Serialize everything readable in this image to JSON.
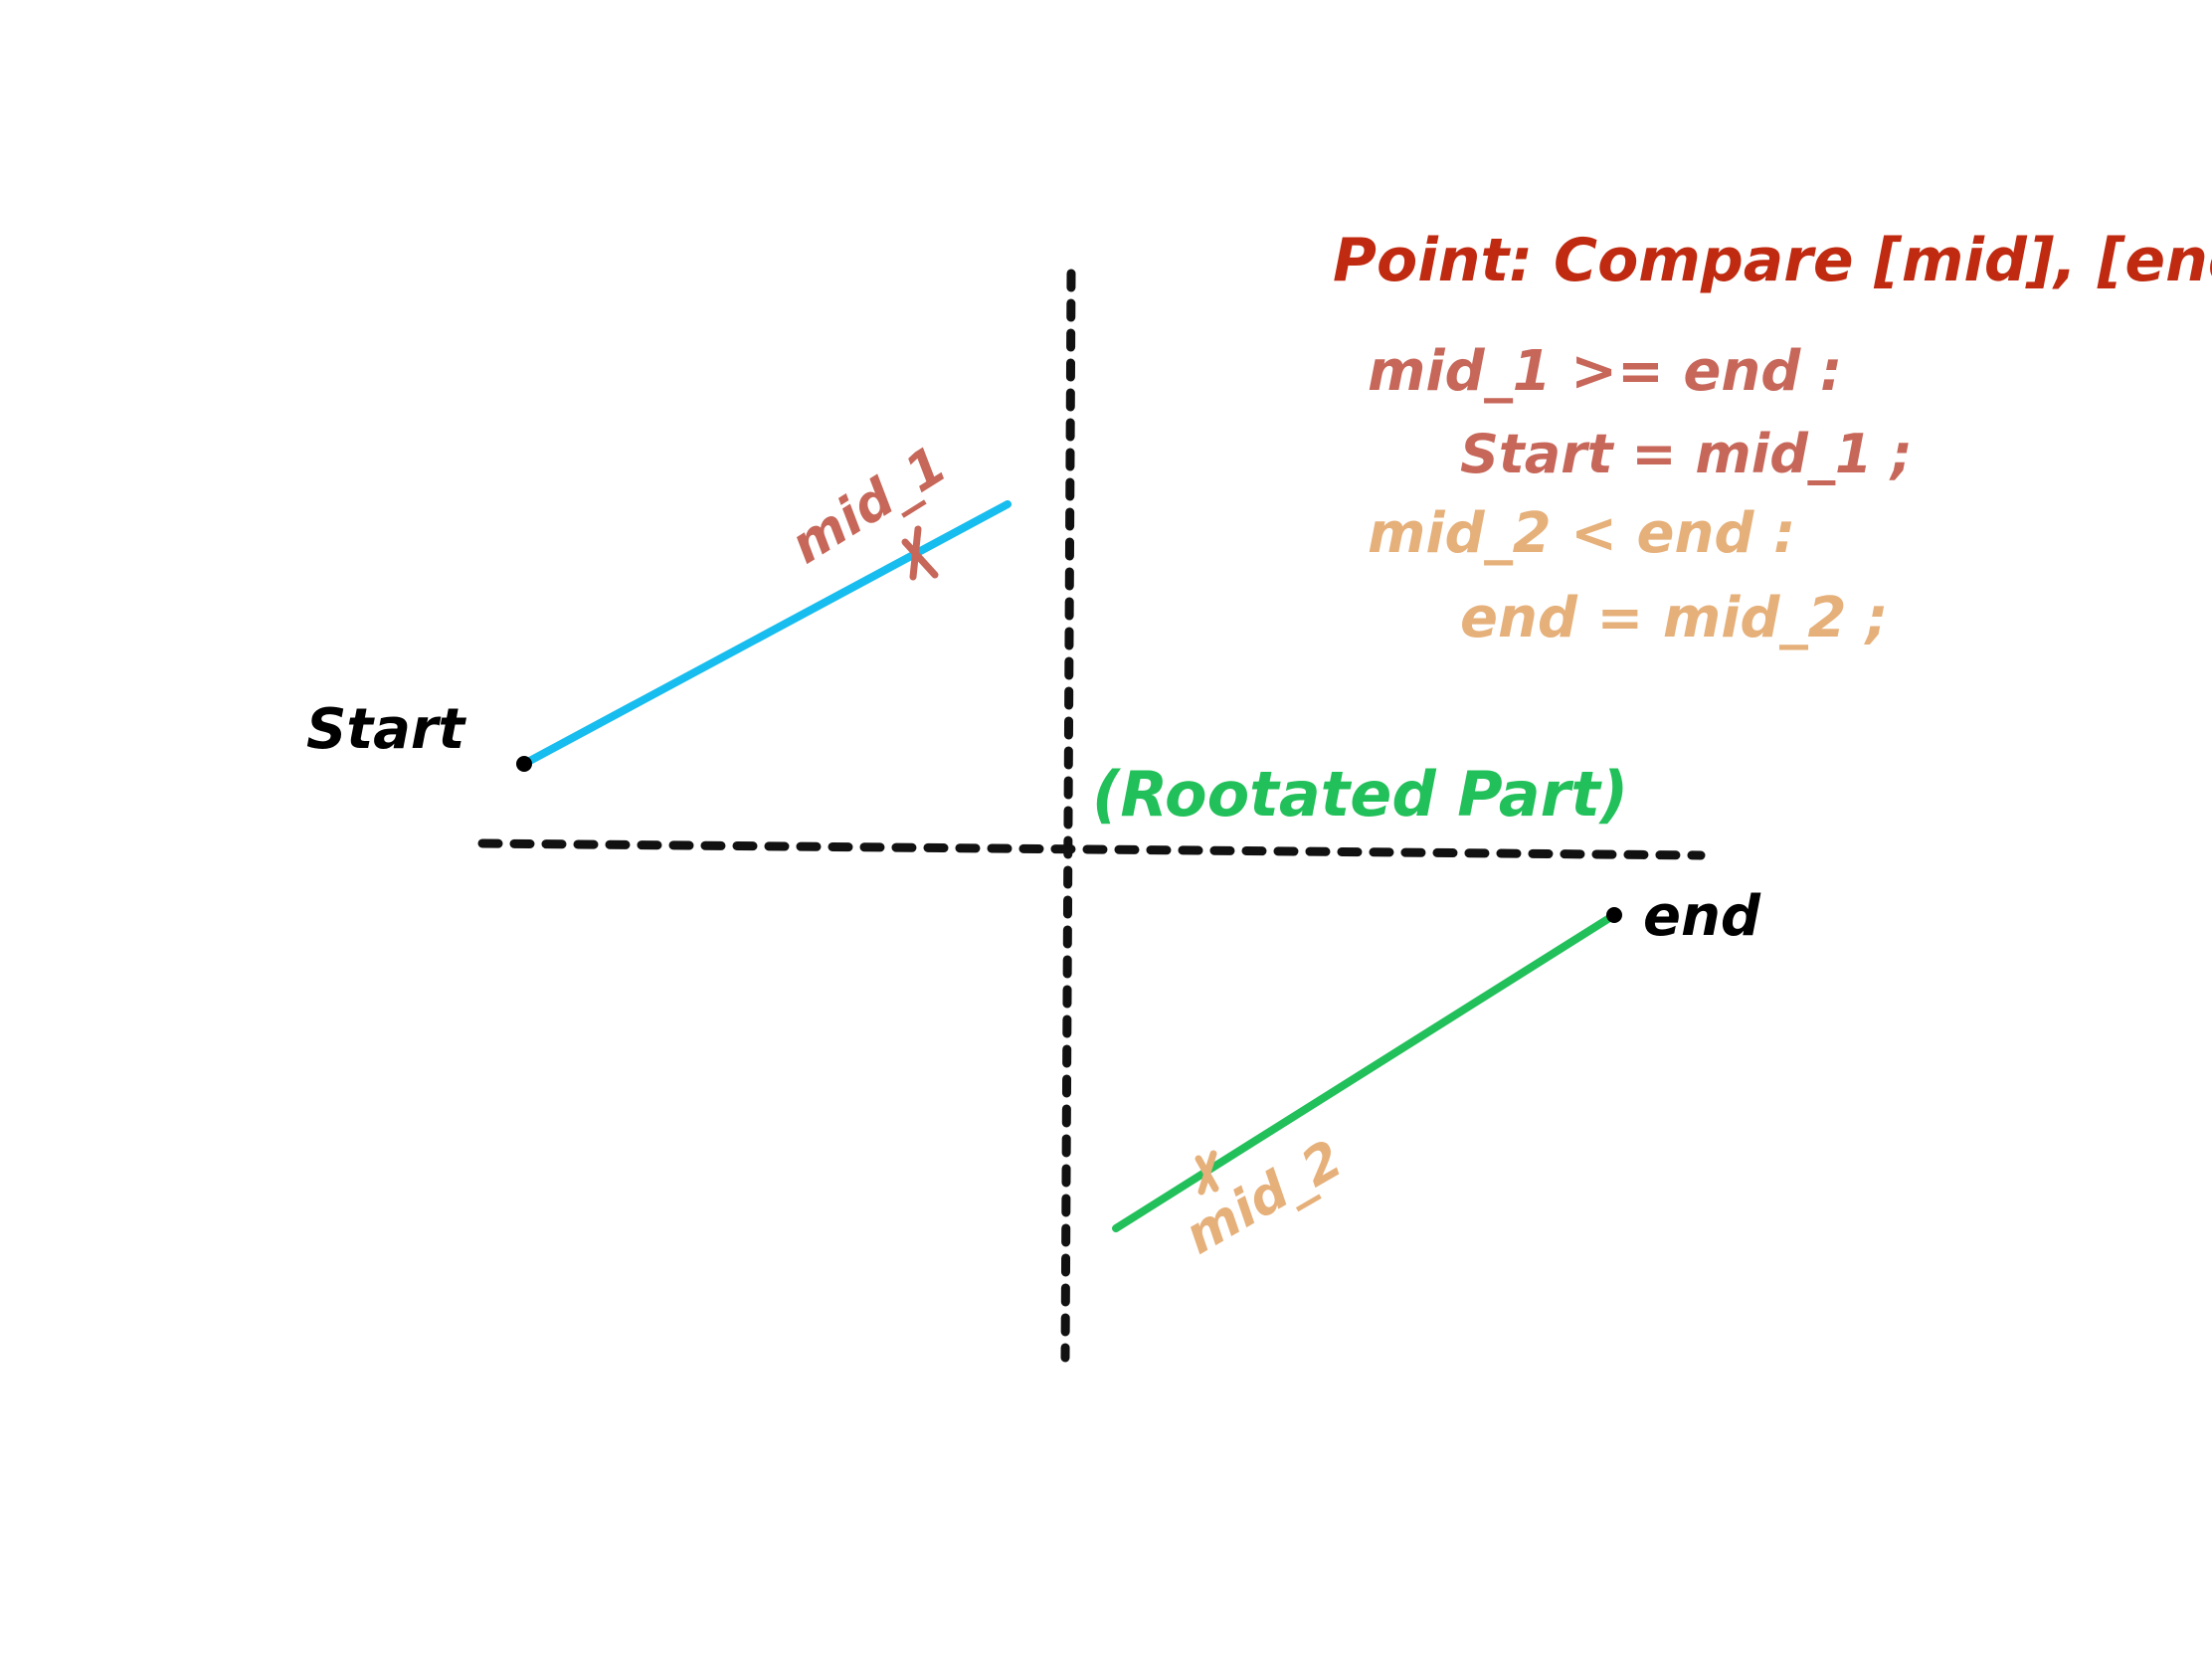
{
  "colors": {
    "background": "#ffffff",
    "axis": "#111111",
    "segment_sorted": "#17bdee",
    "segment_rotated": "#22c05a",
    "heading": "#c02a10",
    "case_1": "#c7675a",
    "case_2": "#e6b07a",
    "label_black": "#000000",
    "rotated_label": "#22c05a"
  },
  "labels": {
    "start": "Start",
    "end": "end",
    "mid_1": "mid_1",
    "mid_2": "mid_2",
    "rotated_part": "(Rootated Part)"
  },
  "notes": {
    "heading": "Point: Compare [mid], [end].",
    "line_1": "mid_1 >= end :",
    "line_2": "Start = mid_1 ;",
    "line_3": "mid_2 < end :",
    "line_4": "end = mid_2 ;"
  }
}
